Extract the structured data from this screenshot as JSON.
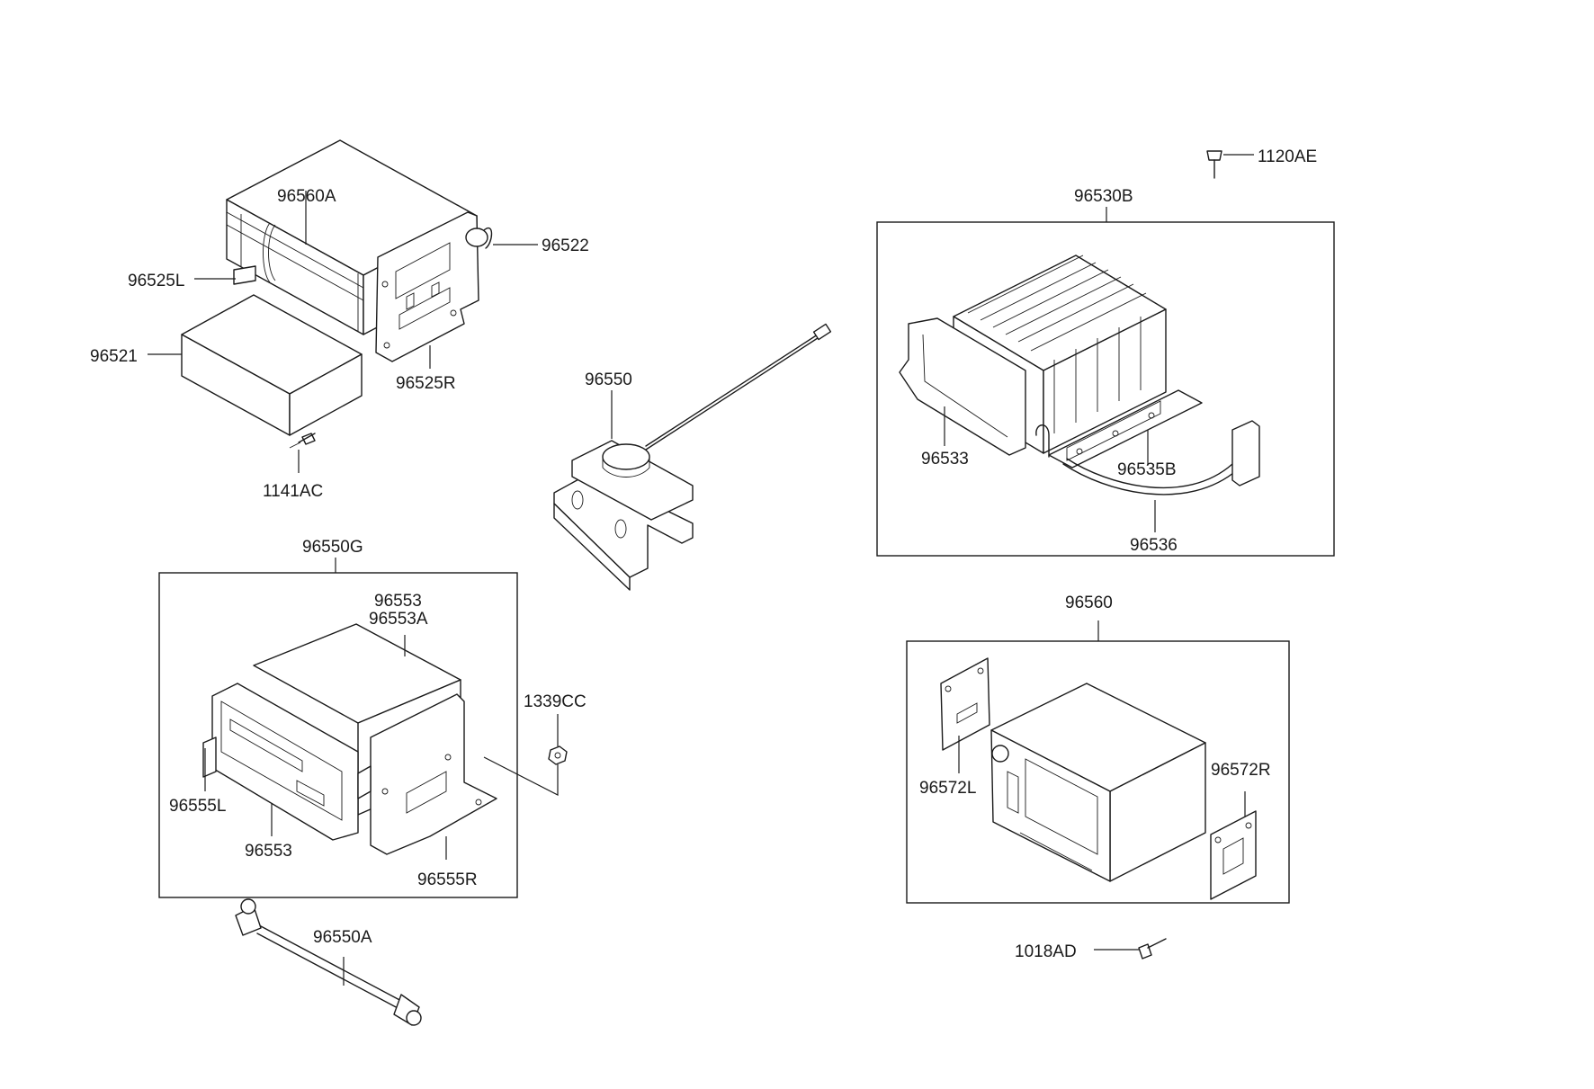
{
  "labels": {
    "p96560A": "96560A",
    "p96522": "96522",
    "p96525L": "96525L",
    "p96521": "96521",
    "p96525R": "96525R",
    "p1141AC": "1141AC",
    "p96550": "96550",
    "p1120AE": "1120AE",
    "p96530B": "96530B",
    "p96533": "96533",
    "p96535B": "96535B",
    "p96536": "96536",
    "p96550G": "96550G",
    "p96553_top": "96553",
    "p96553A": "96553A",
    "p1339CC": "1339CC",
    "p96555L": "96555L",
    "p96553_bottom": "96553",
    "p96555R": "96555R",
    "p96550A": "96550A",
    "p96560": "96560",
    "p96572L": "96572L",
    "p96572R": "96572R",
    "p1018AD": "1018AD"
  }
}
